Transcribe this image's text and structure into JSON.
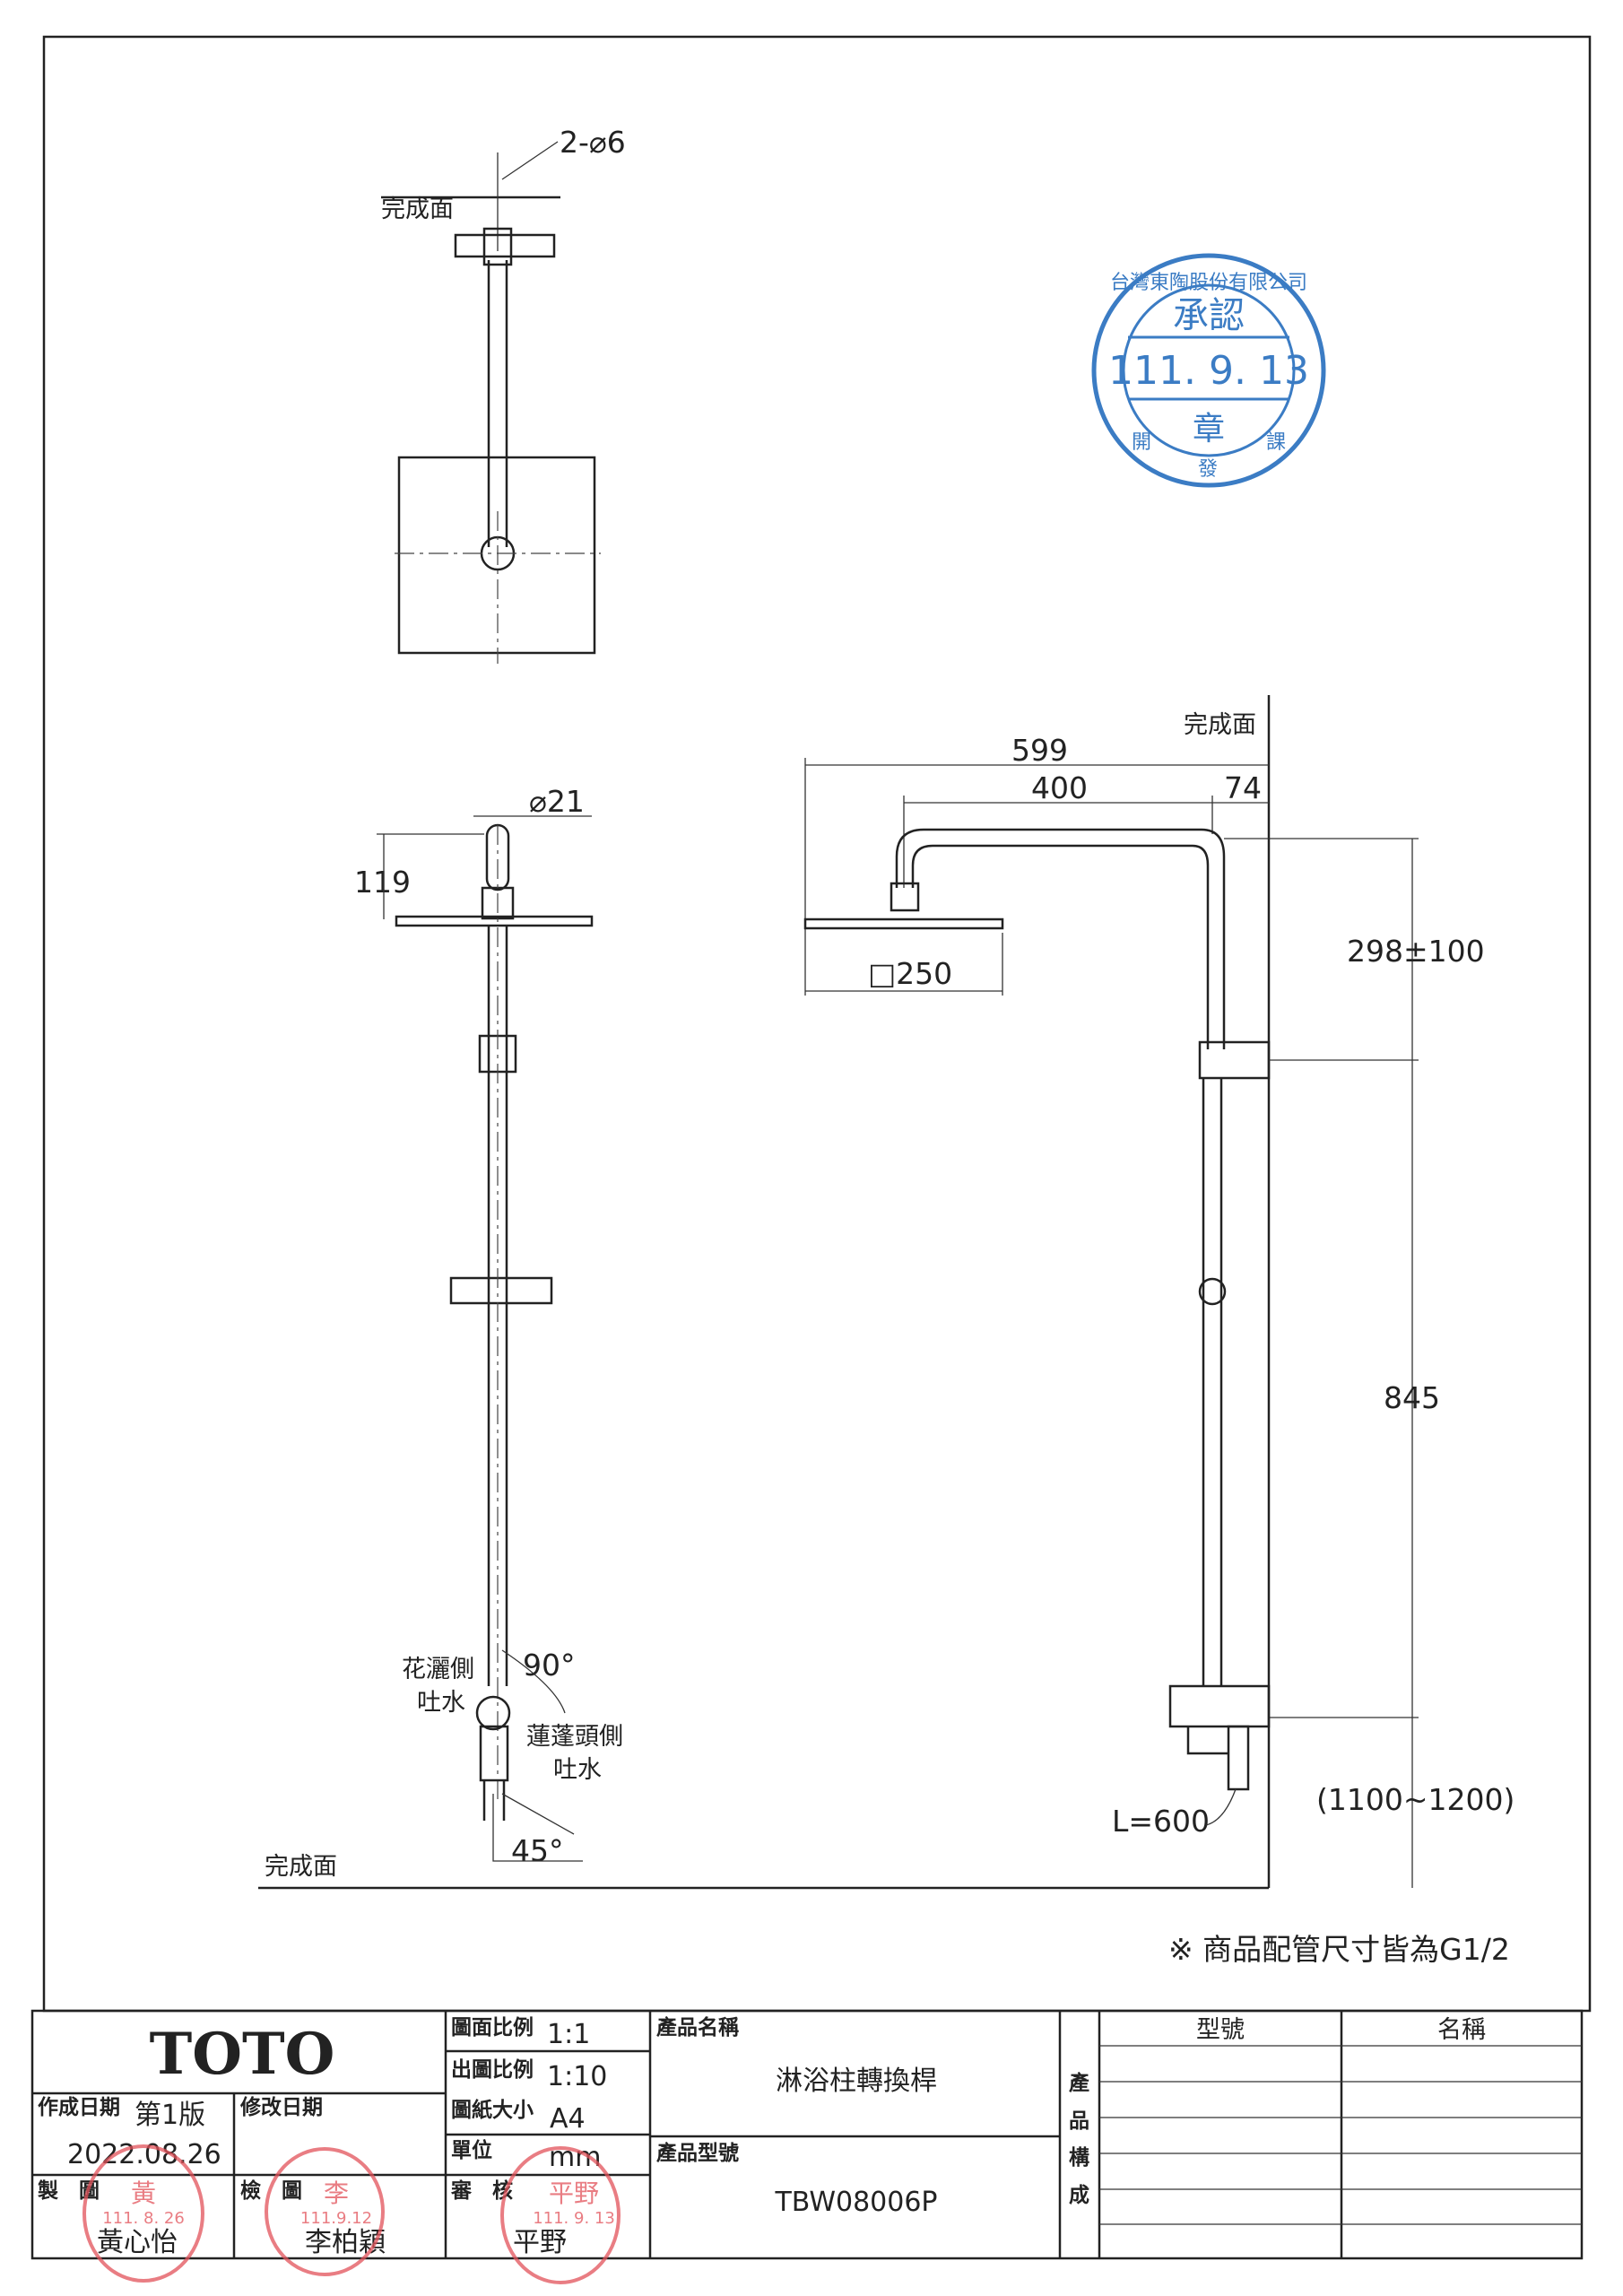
{
  "drawing": {
    "finish_surface": "完成面",
    "hole_spec": "2-⌀6",
    "diameter": "⌀21",
    "dim_119": "119",
    "dim_599": "599",
    "dim_400": "400",
    "dim_74": "74",
    "dim_298": "298±100",
    "dim_845": "845",
    "dim_1100": "(1100~1200)",
    "head_size": "□250",
    "hose_length": "L=600",
    "angle_90": "90°",
    "angle_45": "45°",
    "shower_side_outlet_1": "花灑側",
    "shower_side_outlet_2": "吐水",
    "head_side_outlet_1": "蓮蓬頭側",
    "head_side_outlet_2": "吐水",
    "note": "※ 商品配管尺寸皆為G1/2"
  },
  "approval_stamp": {
    "company": "台灣東陶股份有限公司",
    "title": "承認",
    "date": "111. 9. 13",
    "sign": "章",
    "dept_left": "開",
    "dept_bottom": "發",
    "dept_right": "課"
  },
  "title_block": {
    "logo": "TOTO",
    "drawing_scale_label": "圖面比例",
    "drawing_scale": "1:1",
    "output_scale_label": "出圖比例",
    "output_scale": "1:10",
    "paper_size_label": "圖紙大小",
    "paper_size": "A4",
    "unit_label": "單位",
    "unit": "mm",
    "created_label": "作成日期",
    "version": "第1版",
    "created_date": "2022.08.26",
    "revised_label": "修改日期",
    "drawn_label": "製　圖",
    "drawn_by": "黃心怡",
    "checked_label": "檢　圖",
    "checked_by": "李柏穎",
    "approved_label": "審　核",
    "approved_by": "平野",
    "product_name_label": "產品名稱",
    "product_name": "淋浴柱轉換桿",
    "product_model_label": "產品型號",
    "product_model": "TBW08006P",
    "composition_label": [
      "產",
      "品",
      "構",
      "成"
    ],
    "model_col": "型號",
    "name_col": "名稱"
  },
  "stamps": {
    "drawn": {
      "name": "黃",
      "date": "111. 8. 26"
    },
    "checked": {
      "name": "李",
      "date": "111.9.12"
    },
    "approved": {
      "name": "平野",
      "date": "111. 9. 13"
    }
  }
}
